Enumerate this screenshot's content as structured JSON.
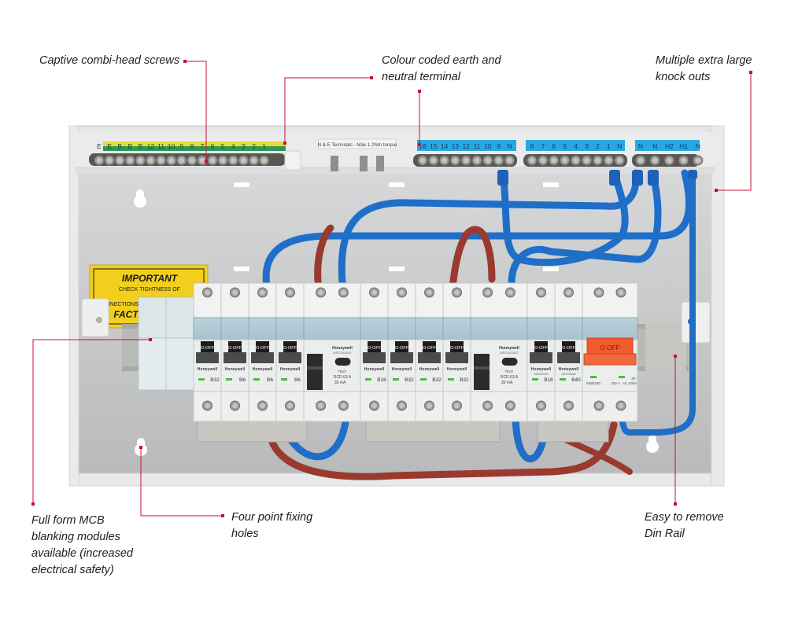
{
  "callouts": {
    "captive_screws": "Captive combi-head screws",
    "earth_neutral_line1": "Colour coded earth and",
    "earth_neutral_line2": "neutral terminal",
    "knockouts_line1": "Multiple extra large",
    "knockouts_line2": "knock outs",
    "blanking_line1": "Full form MCB",
    "blanking_line2": "blanking modules",
    "blanking_line3": "available (increased",
    "blanking_line4": "electrical safety)",
    "fixing_line1": "Four point fixing",
    "fixing_line2": "holes",
    "din_line1": "Easy to remove",
    "din_line2": "Din Rail"
  },
  "colors": {
    "callout_line": "#c8102e",
    "enclosure": "#e6e7e8",
    "enclosure_inner": "#cfd0d2",
    "neutral_label": "#29a8e0",
    "earth_yellow": "#e8d93a",
    "earth_green": "#2a9a54",
    "blue_wire": "#1f6fc9",
    "red_wire": "#9a3a2e",
    "main_switch": "#f05a2e",
    "warning_label": "#f2cf1d"
  },
  "earth_bar": {
    "labels": [
      "E",
      "E",
      "B",
      "B",
      "B",
      "12",
      "11",
      "10",
      "9",
      "8",
      "7",
      "6",
      "5",
      "4",
      "3",
      "2",
      "1"
    ]
  },
  "torque_label": "N & E Terminals - Max 1.2Nm torque",
  "neutral_bar_1": {
    "labels": [
      "16",
      "15",
      "14",
      "13",
      "12",
      "11",
      "10",
      "9",
      "N"
    ]
  },
  "neutral_bar_2": {
    "labels": [
      "8",
      "7",
      "6",
      "5",
      "4",
      "3",
      "2",
      "1",
      "N"
    ]
  },
  "neutral_bar_3": {
    "labels": [
      "N",
      "N",
      "H2",
      "H1",
      "N"
    ]
  },
  "warning_label": {
    "title": "IMPORTANT",
    "line1": "CHECK TIGHTNESS OF",
    "line2": "CONNECTIONS",
    "line3": "FACT"
  },
  "modules": [
    {
      "type": "blank"
    },
    {
      "type": "blank"
    },
    {
      "type": "mcb",
      "brand": "Honeywell",
      "rating": "B32",
      "switch": "O-OFF"
    },
    {
      "type": "mcb",
      "brand": "Honeywell",
      "rating": "B6",
      "switch": "O-OFF"
    },
    {
      "type": "mcb",
      "brand": "Honeywell",
      "rating": "B6",
      "switch": "O-OFF"
    },
    {
      "type": "mcb",
      "brand": "Honeywell",
      "rating": "B6",
      "switch": "O-OFF"
    },
    {
      "type": "rcd",
      "brand": "Honeywell",
      "model": "MRCD63302",
      "test": "TEST",
      "rating": "RCD 63 A",
      "trip": "30 mA"
    },
    {
      "type": "mcb",
      "brand": "Honeywell",
      "rating": "B16",
      "switch": "O-OFF"
    },
    {
      "type": "mcb",
      "brand": "Honeywell",
      "rating": "B32",
      "switch": "O-OFF"
    },
    {
      "type": "mcb",
      "brand": "Honeywell",
      "rating": "B32",
      "switch": "O-OFF"
    },
    {
      "type": "mcb",
      "brand": "Honeywell",
      "rating": "B32",
      "switch": "O-OFF"
    },
    {
      "type": "rcd",
      "brand": "Honeywell",
      "model": "MRCD63302",
      "test": "TEST",
      "rating": "RCD 63 A",
      "trip": "30 mA"
    },
    {
      "type": "mcb",
      "brand": "Honeywell",
      "model": "MMCB16B",
      "rating": "B16",
      "switch": "O-OFF"
    },
    {
      "type": "mcb",
      "brand": "Honeywell",
      "model": "MMCB40B",
      "rating": "B40",
      "switch": "O-OFF"
    },
    {
      "type": "main",
      "switch": "O OFF",
      "model": "MSD100",
      "rating": "100 A",
      "spec": "AC 100A",
      "poles": "2P"
    }
  ]
}
